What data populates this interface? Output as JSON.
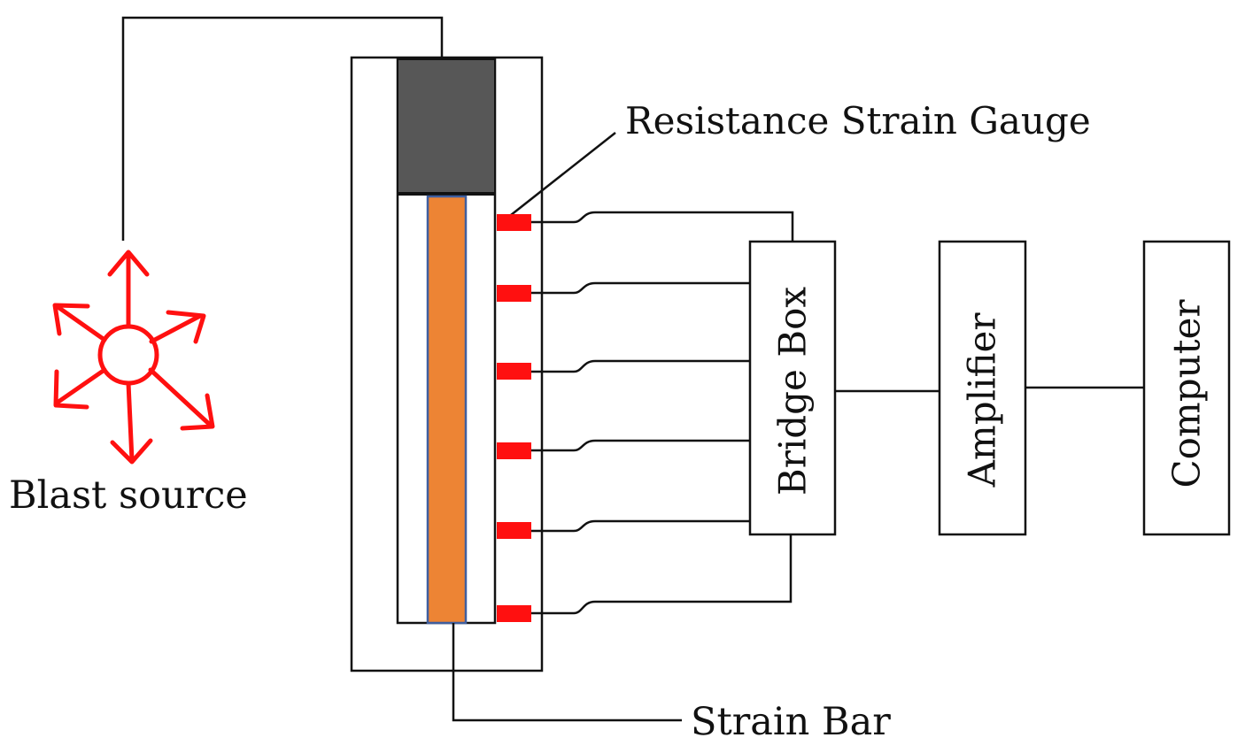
{
  "labels": {
    "blast_source": "Blast source",
    "resistance_strain_gauge": "Resistance Strain Gauge",
    "strain_bar": "Strain Bar",
    "bridge_box": "Bridge Box",
    "amplifier": "Amplifier",
    "computer": "Computer"
  },
  "colors": {
    "blast_source": "#ff1010",
    "gauge": "#ff1010",
    "charge_block": "#575757",
    "strain_bar_fill": "#ed8434",
    "strain_bar_edge": "#3f5f9f",
    "line": "#111111"
  },
  "icons": {
    "blast_source": "explosion-star-icon"
  },
  "gauge_count": 6
}
